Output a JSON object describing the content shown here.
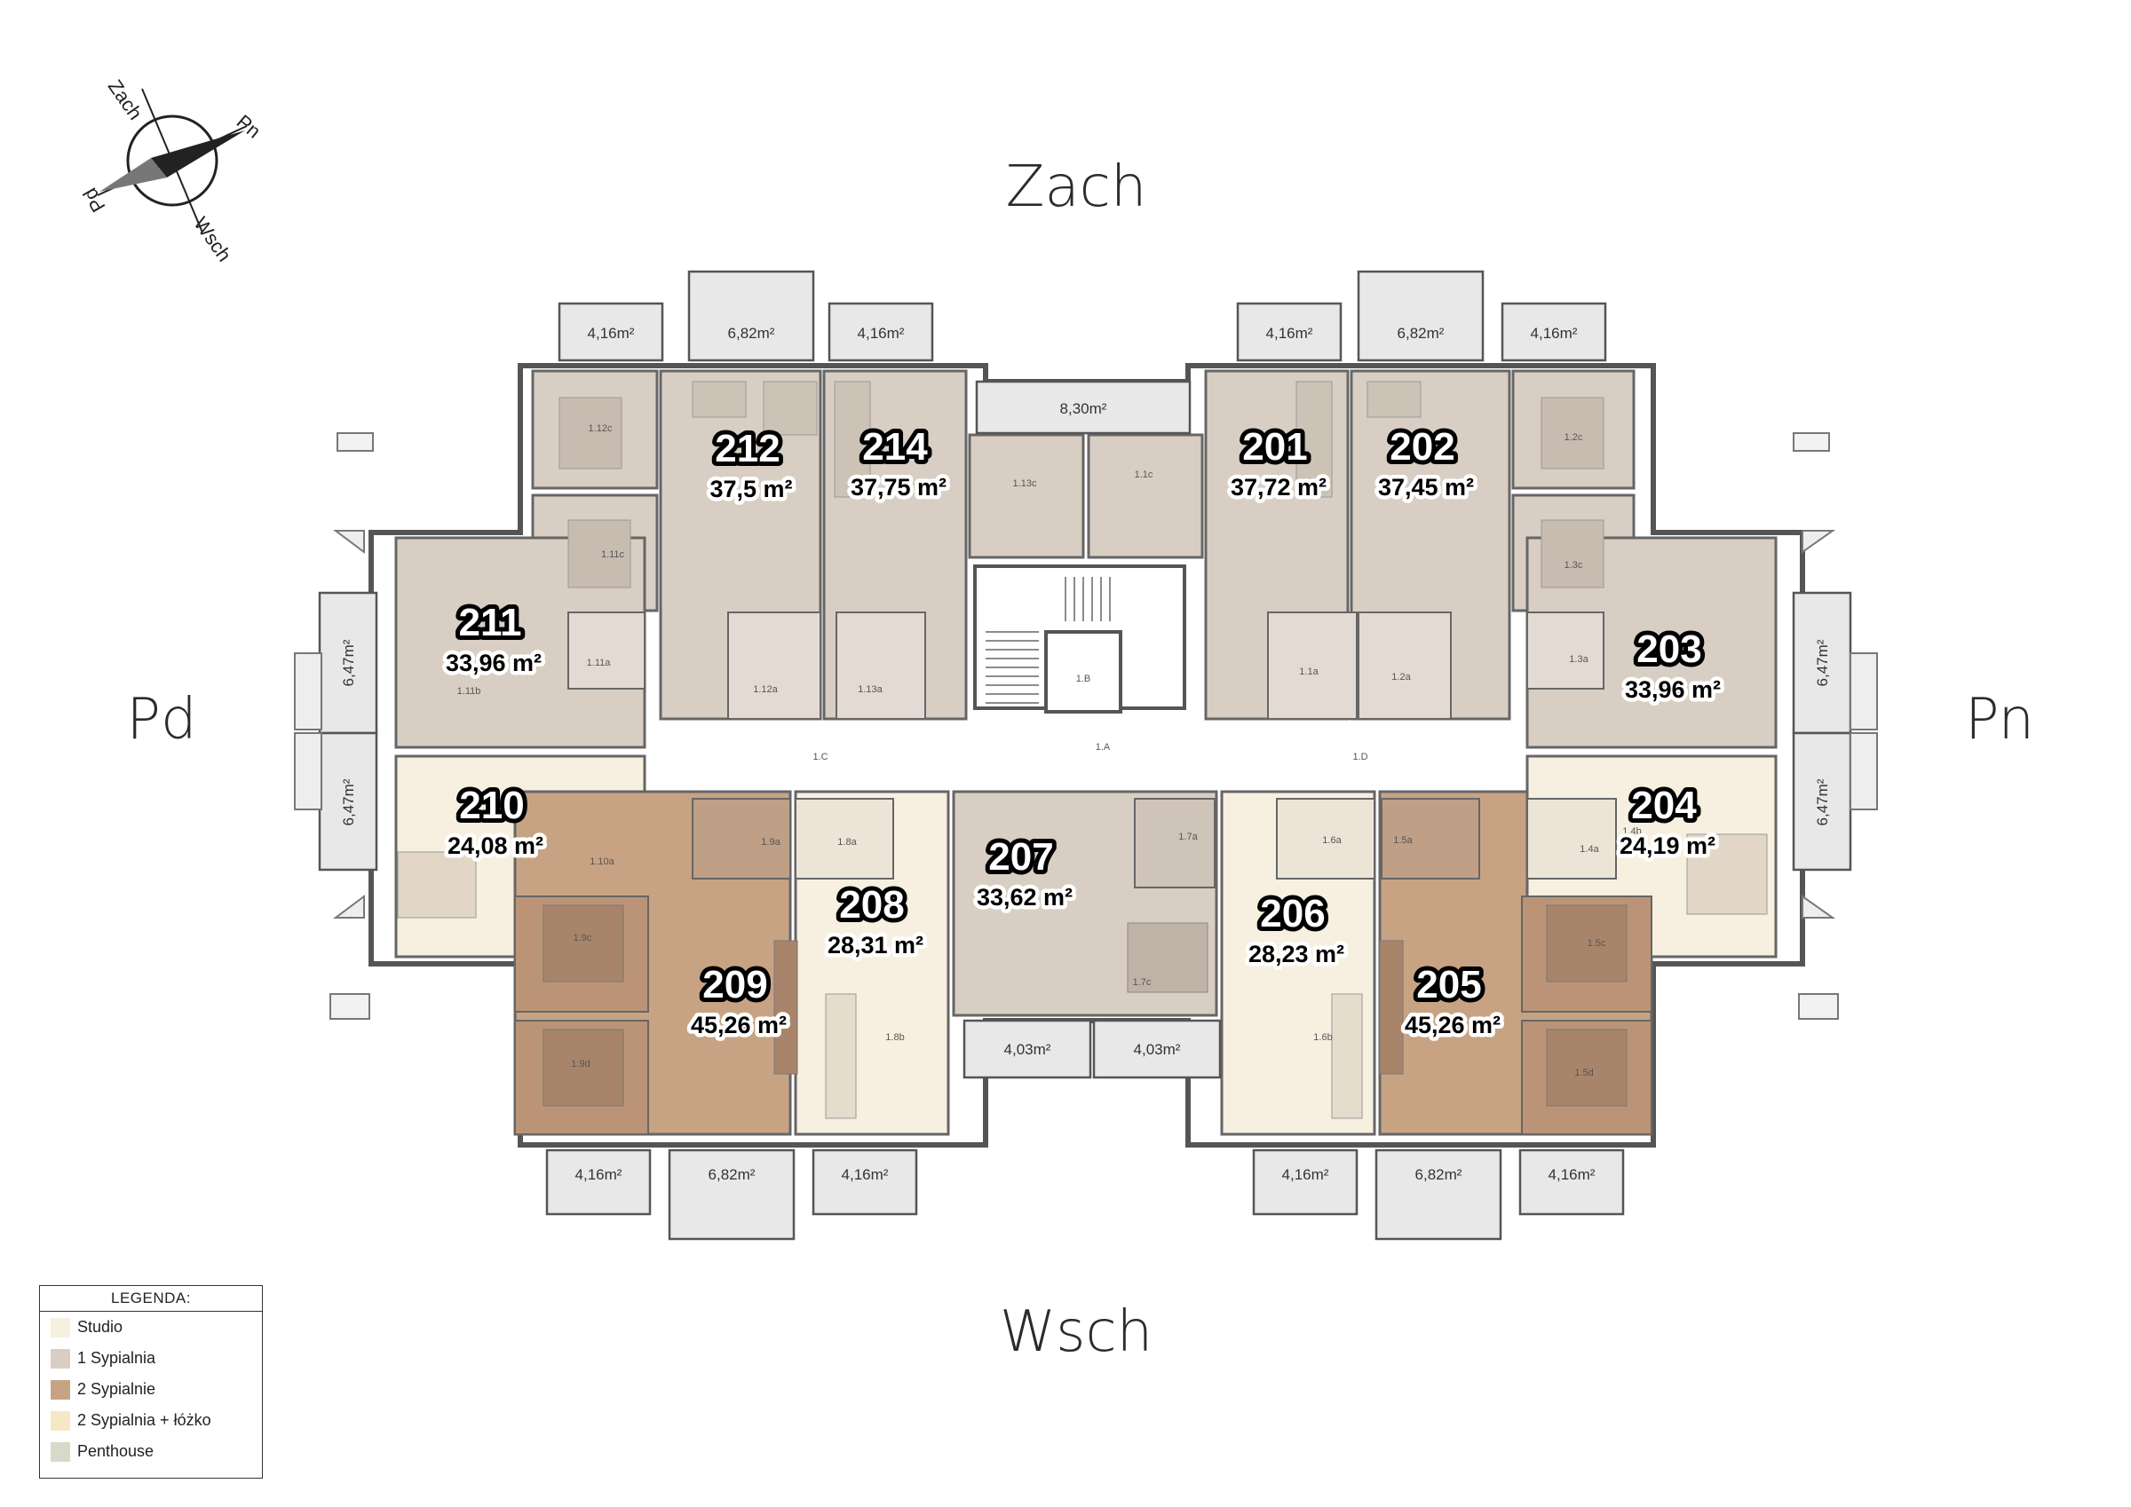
{
  "directions": {
    "north_top": "Zach",
    "south_bottom": "Wsch",
    "west_left": "Pd",
    "east_right": "Pn"
  },
  "compass": {
    "n": "Pn",
    "s": "Pd",
    "w": "Zach",
    "e": "Wsch"
  },
  "colors": {
    "studio": "#f7efe0",
    "one_bedroom": "#d9cec3",
    "two_bedroom": "#c7a384",
    "two_bedroom_bed": "#f5e8c6",
    "penthouse": "#d6dbc9"
  },
  "legend": {
    "title": "LEGENDA:",
    "items": [
      {
        "label": "Studio",
        "color": "#f7efe0"
      },
      {
        "label": "1 Sypialnia",
        "color": "#d9cec3"
      },
      {
        "label": "2 Sypialnie",
        "color": "#c7a384"
      },
      {
        "label": "2 Sypialnia + łóżko",
        "color": "#f5e8c6"
      },
      {
        "label": "Penthouse",
        "color": "#d6dbc9"
      }
    ]
  },
  "units": [
    {
      "number": "201",
      "area": "37,72 m²",
      "type": "one_bedroom"
    },
    {
      "number": "202",
      "area": "37,45 m²",
      "type": "one_bedroom"
    },
    {
      "number": "203",
      "area": "33,96 m²",
      "type": "one_bedroom"
    },
    {
      "number": "204",
      "area": "24,19 m²",
      "type": "studio"
    },
    {
      "number": "205",
      "area": "45,26 m²",
      "type": "two_bedroom"
    },
    {
      "number": "206",
      "area": "28,23 m²",
      "type": "studio"
    },
    {
      "number": "207",
      "area": "33,62 m²",
      "type": "one_bedroom"
    },
    {
      "number": "208",
      "area": "28,31 m²",
      "type": "studio"
    },
    {
      "number": "209",
      "area": "45,26 m²",
      "type": "two_bedroom"
    },
    {
      "number": "210",
      "area": "24,08 m²",
      "type": "studio"
    },
    {
      "number": "211",
      "area": "33,96 m²",
      "type": "one_bedroom"
    },
    {
      "number": "212",
      "area": "37,5 m²",
      "type": "one_bedroom"
    },
    {
      "number": "214",
      "area": "37,75 m²",
      "type": "one_bedroom"
    }
  ],
  "balconies": {
    "top_left": [
      "4,16m²",
      "6,82m²",
      "4,16m²"
    ],
    "top_right": [
      "4,16m²",
      "6,82m²",
      "4,16m²"
    ],
    "top_center": "8,30m²",
    "bottom_left": [
      "4,16m²",
      "6,82m²",
      "4,16m²"
    ],
    "bottom_right": [
      "4,16m²",
      "6,82m²",
      "4,16m²"
    ],
    "bottom_center": [
      "4,03m²",
      "4,03m²"
    ],
    "left": [
      "6,47m²",
      "6,47m²"
    ],
    "right": [
      "6,47m²",
      "6,47m²"
    ]
  },
  "room_codes": {
    "r1_12c": "1.12c",
    "r1_11c": "1.11c",
    "r1_11a": "1.11a",
    "r1_11b": "1.11b",
    "r1_12a": "1.12a",
    "r1_13a": "1.13a",
    "r1_13c": "1.13c",
    "r1_1c": "1.1c",
    "r1_1a": "1.1a",
    "r1_2a": "1.2a",
    "r1_2c": "1.2c",
    "r1_3c": "1.3c",
    "r1_3a": "1.3a",
    "r1_B": "1.B",
    "r1_A": "1.A",
    "r1_C": "1.C",
    "r1_D": "1.D",
    "r1_10a": "1.10a",
    "r1_9c": "1.9c",
    "r1_9d": "1.9d",
    "r1_9a": "1.9a",
    "r1_8a": "1.8a",
    "r1_8b": "1.8b",
    "r1_7a": "1.7a",
    "r1_7c": "1.7c",
    "r1_6a": "1.6a",
    "r1_6b": "1.6b",
    "r1_5a": "1.5a",
    "r1_5c": "1.5c",
    "r1_5d": "1.5d",
    "r1_4a": "1.4a",
    "r1_4b": "1.4b"
  }
}
